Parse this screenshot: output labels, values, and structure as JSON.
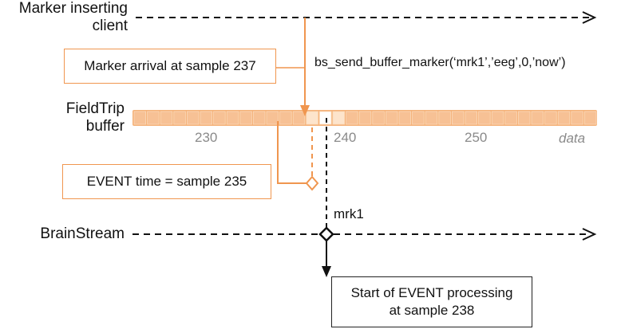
{
  "lanes": {
    "client": [
      "Marker inserting",
      "client"
    ],
    "buffer": [
      "FieldTrip",
      "buffer"
    ],
    "brainstream": "BrainStream"
  },
  "boxes": {
    "marker_arrival": "Marker arrival at sample 237",
    "event_time": "EVENT time = sample 235",
    "event_processing": [
      "Start of EVENT processing",
      "at sample 238"
    ]
  },
  "command": "bs_send_buffer_marker(‘mrk1’,’eeg’,0,’now’)",
  "marker_label": "mrk1",
  "buffer_ticks": [
    "230",
    "240",
    "250"
  ],
  "data_label": "data",
  "colors": {
    "accent": "#f0964f",
    "cell_fill": "#f5b27a",
    "cell_highlight": "#fde4cc",
    "line": "#111111",
    "tick_text": "#8a8a8a"
  }
}
